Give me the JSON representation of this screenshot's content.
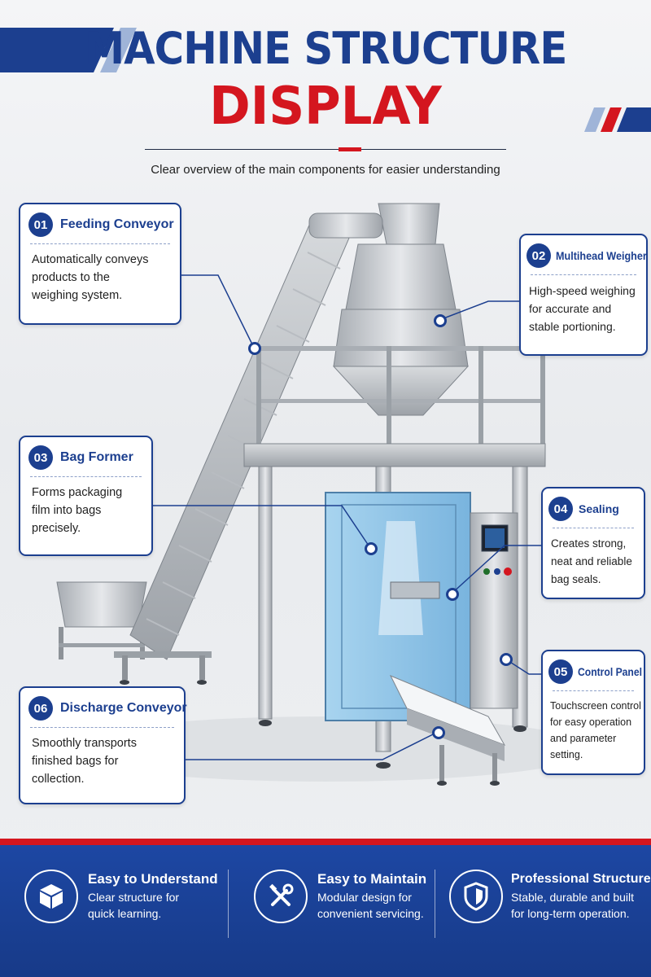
{
  "header": {
    "title_line1": "MACHINE STRUCTURE",
    "title_line2": "DISPLAY",
    "subtitle": "Clear overview of the main components for easier understanding"
  },
  "components": [
    {
      "number": "01",
      "title": "Feeding Conveyor",
      "desc_lines": [
        "Automatically conveys",
        "products to the",
        "weighing system."
      ]
    },
    {
      "number": "02",
      "title": "Multihead Weigher",
      "desc_lines": [
        "High-speed weighing",
        "for accurate and",
        "stable portioning."
      ]
    },
    {
      "number": "03",
      "title": "Bag Former",
      "desc_lines": [
        "Forms packaging",
        "film into bags",
        "precisely."
      ]
    },
    {
      "number": "04",
      "title": "Sealing",
      "desc_lines": [
        "Creates strong,",
        "neat and reliable",
        "bag seals."
      ]
    },
    {
      "number": "05",
      "title": "Control Panel",
      "desc_lines": [
        "Touchscreen control",
        "for easy operation",
        "and parameter",
        "setting."
      ]
    },
    {
      "number": "06",
      "title": "Discharge Conveyor",
      "desc_lines": [
        "Smoothly transports",
        "finished bags for",
        "collection."
      ]
    }
  ],
  "features": [
    {
      "title": "Easy to Understand",
      "desc_lines": [
        "Clear structure for",
        "quick learning."
      ],
      "icon": "cube-icon"
    },
    {
      "title": "Easy to Maintain",
      "desc_lines": [
        "Modular design for",
        "convenient servicing."
      ],
      "icon": "tools-icon"
    },
    {
      "title": "Professional Structure",
      "desc_lines": [
        "Stable, durable and built",
        "for long-term operation."
      ],
      "icon": "shield-icon"
    }
  ],
  "colors": {
    "primary_blue": "#1c3f8f",
    "accent_red": "#d4161f",
    "footer_blue": "#1d47a3"
  }
}
